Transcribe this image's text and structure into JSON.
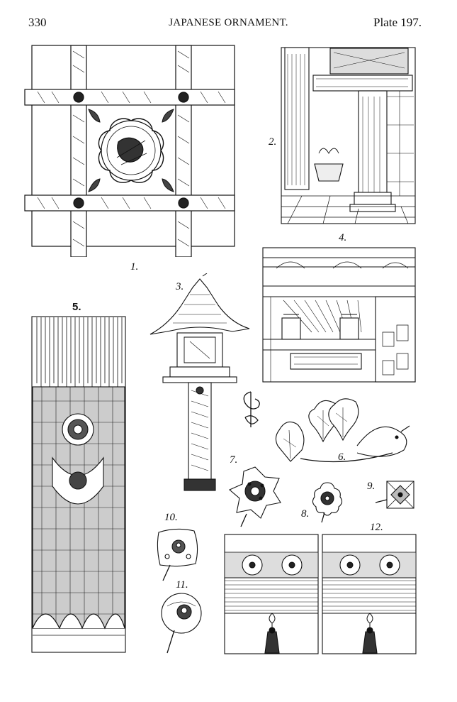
{
  "header": {
    "page_number": "330",
    "title": "JAPANESE ORNAMENT.",
    "plate": "Plate 197."
  },
  "figure_numbers": {
    "f1": "1.",
    "f2": "2.",
    "f3": "3.",
    "f4": "4.",
    "f5": "5.",
    "f6": "6.",
    "f7": "7.",
    "f8": "8.",
    "f9": "9.",
    "f10": "10.",
    "f11": "11.",
    "f12": "12."
  }
}
